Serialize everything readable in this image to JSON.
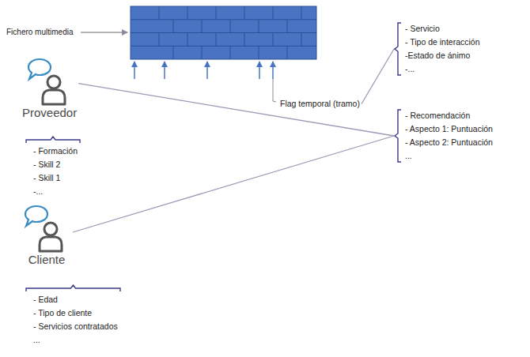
{
  "diagram": {
    "nodes": [
      {
        "text": [
          "- Servicio",
          "- Tipo de interacción",
          "-Estado de ánimo",
          "-..."
        ]
      },
      {
        "text": [
          "Proveedor"
        ]
      },
      {
        "text": [
          "Flag temporal (tramo)"
        ]
      },
      {
        "text": [
          "- Recomendación",
          "- Aspecto 1: Puntuación",
          "- Aspecto 2: Puntuación",
          "..."
        ]
      },
      {
        "text": [
          "- Formación",
          "- Skill 2",
          "- Skill 1",
          "-..."
        ]
      },
      {
        "text": [
          "Cliente"
        ]
      },
      {
        "text": [
          "- Edad",
          "- Tipo de cliente",
          "- Servicios contratados",
          "..."
        ]
      }
    ],
    "edges": [
      {
        "from": 2,
        "to": 0,
        "arrow": "none"
      },
      {
        "from": 1,
        "to": 3,
        "arrow": "none"
      },
      {
        "from": 5,
        "to": 3,
        "arrow": "none"
      }
    ],
    "labels": [
      "Fichero multimedia"
    ]
  }
}
